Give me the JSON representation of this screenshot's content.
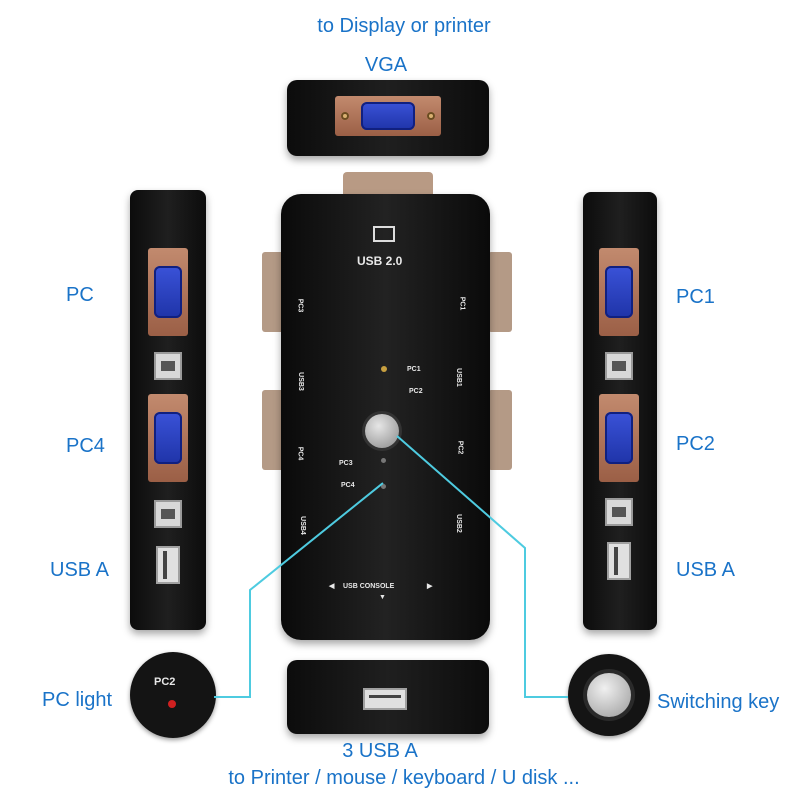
{
  "labels": {
    "top_caption": "to Display or printer",
    "top_port": "VGA",
    "left_pc": "PC",
    "left_pc4": "PC4",
    "left_usb": "USB A",
    "pc_light": "PC light",
    "right_pc1": "PC1",
    "right_pc2": "PC2",
    "right_usb": "USB A",
    "switching_key": "Switching key",
    "bottom_port": "3 USB A",
    "bottom_caption": "to Printer / mouse / keyboard / U disk ..."
  },
  "device": {
    "usb_label": "USB 2.0",
    "port_pc1": "PC1",
    "port_pc2": "PC2",
    "port_pc3": "PC3",
    "port_pc4": "PC4",
    "port_usb1": "USB1",
    "port_usb2": "USB2",
    "port_usb3": "USB3",
    "port_usb4": "USB4",
    "led_pc1": "PC1",
    "led_pc2": "PC2",
    "led_pc3": "PC3",
    "led_pc4": "PC4",
    "console": "USB CONSOLE",
    "zoom_pc2": "PC2"
  },
  "colors": {
    "label_text": "#1a73c8",
    "callout_line": "#4ecbe0",
    "vga_port": "#2b44c8",
    "device_body": "#111111"
  }
}
